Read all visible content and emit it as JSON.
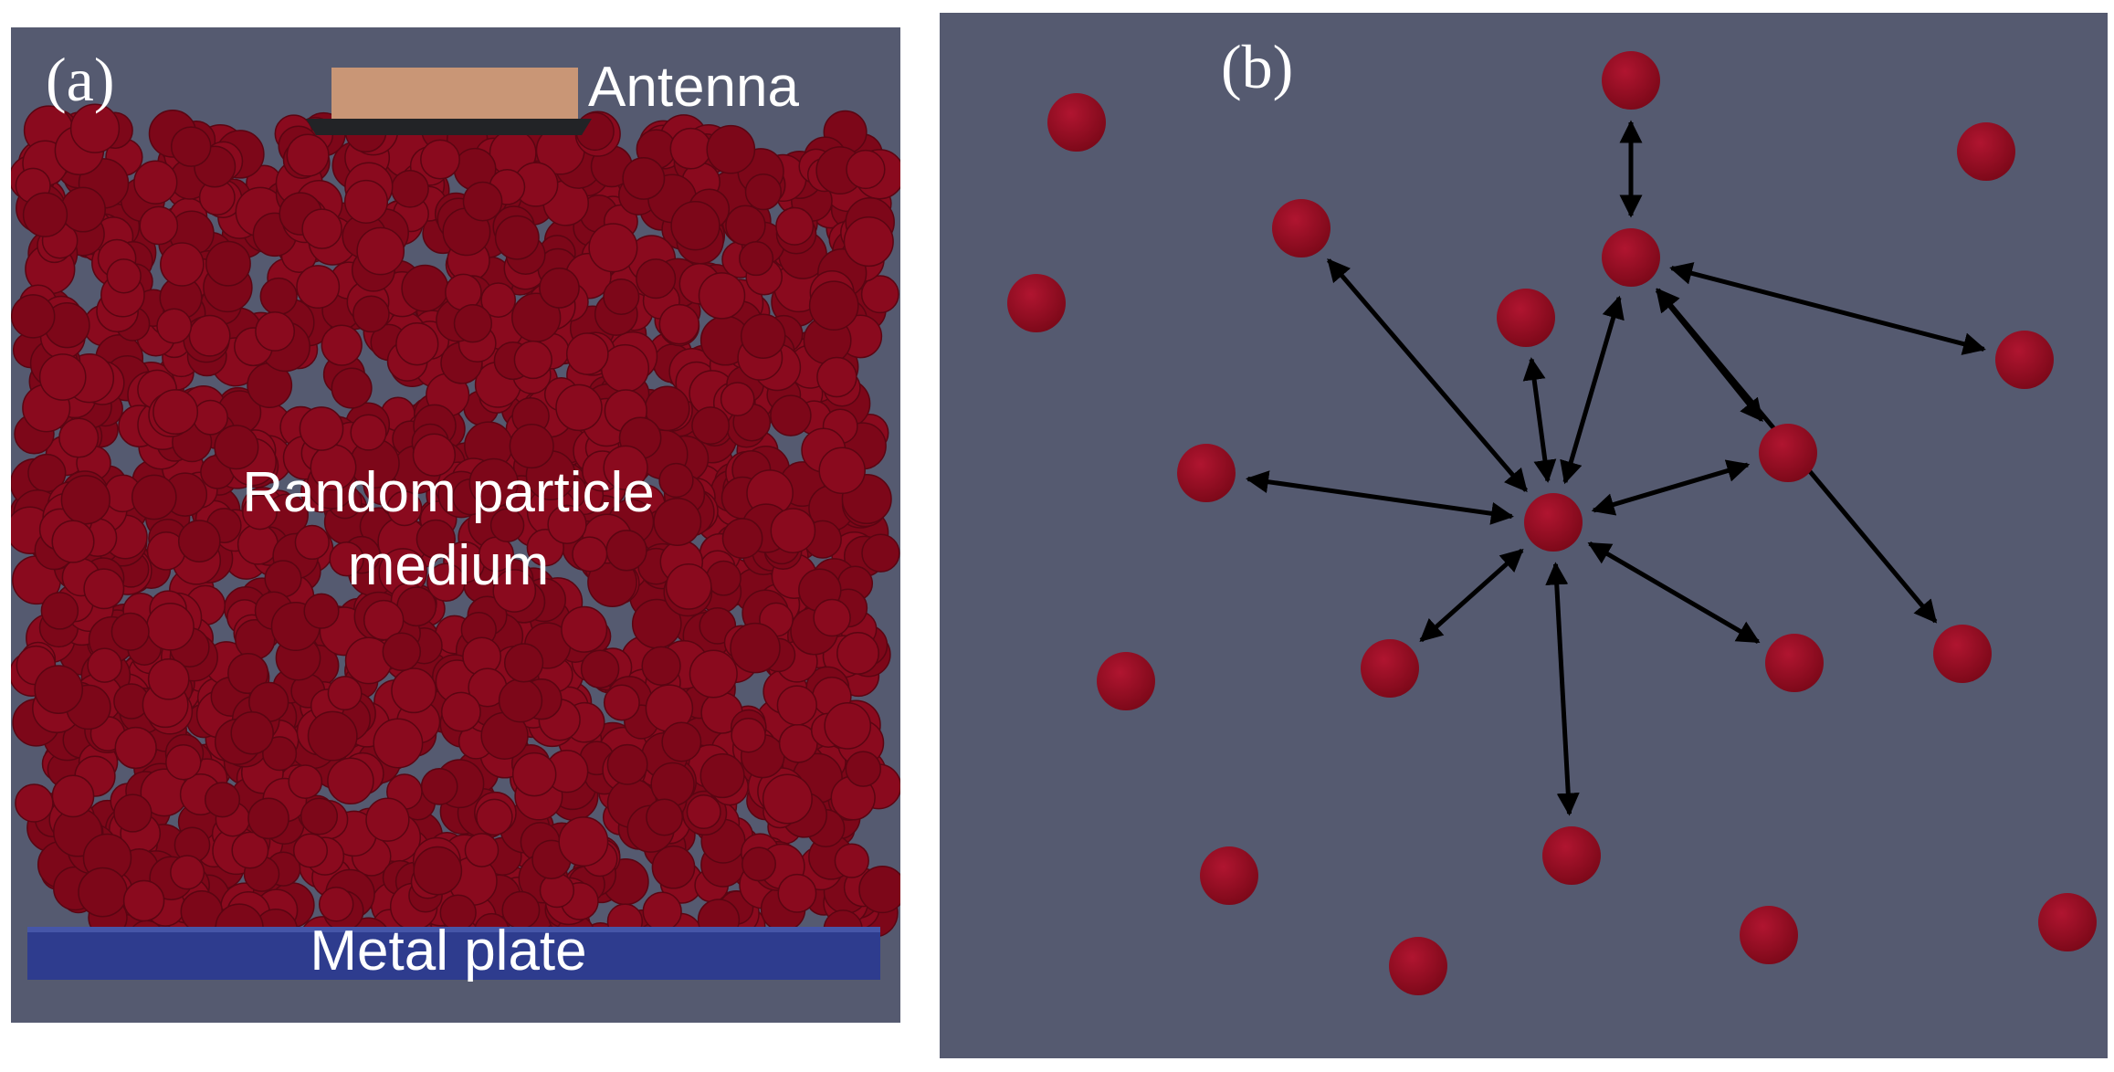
{
  "panel_a": {
    "label": "(a)",
    "antenna_label": "Antenna",
    "medium_label_line1": "Random particle",
    "medium_label_line2": "medium",
    "plate_label": "Metal plate"
  },
  "panel_b": {
    "label": "(b)"
  },
  "colors": {
    "background": "#555a70",
    "particle": "#8a0a1e",
    "particle_highlight": "#b01530",
    "antenna": "#c99676",
    "metal_plate": "#2e3c8e",
    "arrow": "#000000",
    "text": "#ffffff"
  }
}
